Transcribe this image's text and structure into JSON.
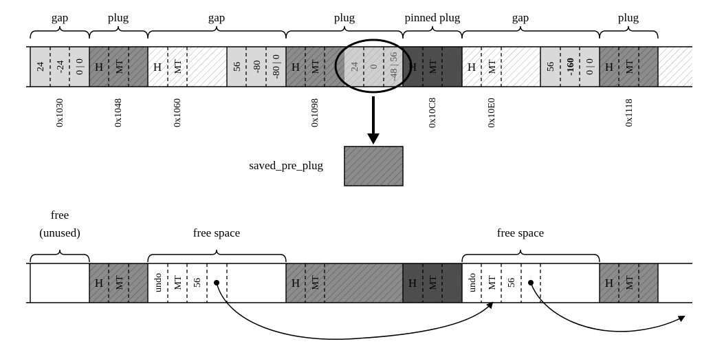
{
  "top": {
    "labels": {
      "gap_1": "gap",
      "plug_1": "plug",
      "gap_2": "gap",
      "plug_2": "plug",
      "pinned_plug": "pinned plug",
      "gap_3": "gap",
      "plug_3": "plug"
    },
    "gap1_values": [
      "24",
      "-24",
      "0 | 0"
    ],
    "gap2_values": [
      "56",
      "-80",
      "-80 | 0"
    ],
    "overlap_values": [
      "24",
      "0",
      "-48 | 56"
    ],
    "gap3_values": [
      "56",
      "-160",
      "0 | 0"
    ],
    "header_h": "H",
    "header_mt": "MT",
    "addresses": [
      "0x1030",
      "0x1048",
      "0x1060",
      "0x1098",
      "0x10C8",
      "0x10E0",
      "0x1118"
    ],
    "saved_label": "saved_pre_plug"
  },
  "bottom": {
    "labels": {
      "free_unused_line1": "free",
      "free_unused_line2": "(unused)",
      "free_space_1": "free space",
      "free_space_2": "free space"
    },
    "undo": "undo",
    "mt": "MT",
    "size": "56",
    "header_h": "H",
    "header_mt": "MT"
  },
  "colors": {
    "gap_gray": "#d9d9d9",
    "plug_gray": "#8c8c8c",
    "pinned_dark": "#4d4d4d",
    "hatch_line": "#666666",
    "white": "#ffffff"
  }
}
